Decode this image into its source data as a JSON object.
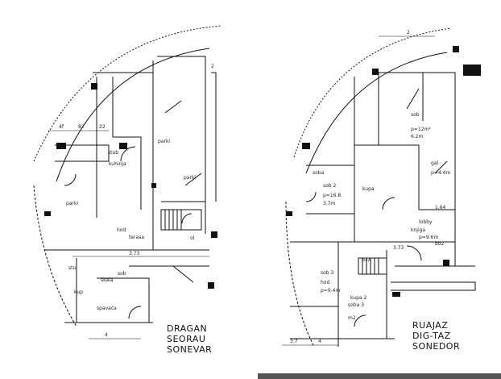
{
  "left_plan": {
    "room_labels": [
      "parki",
      "parki",
      "parki",
      "stub",
      "kup",
      "terasa",
      "spavaća",
      "skala",
      "sob",
      "hod",
      "stu",
      "kuhinja",
      "ol"
    ],
    "dimension_labels": [
      "4f",
      "82",
      "22",
      "2",
      "3.73",
      "4"
    ],
    "title_block": [
      "DRAGAN",
      "SEORAU",
      "SONEVAR"
    ]
  },
  "right_plan": {
    "room_labels": [
      "sob",
      "p=12m²",
      "6.2m",
      "soba",
      "sob 2",
      "p=16.8",
      "3.7m",
      "kupa",
      "gal",
      "p=4.4m",
      "knjiga",
      "p=9.6m",
      "bo2",
      "STA",
      "sob 3",
      "kupa 2",
      "soba 3",
      "hod",
      "p=9.4m",
      "m2",
      "lobby"
    ],
    "dimension_labels": [
      "2",
      "3.7",
      "4",
      "3.73",
      "1.64"
    ],
    "title_block": [
      "RUAJAZ",
      "DIG-TAZ",
      "SONEDOR"
    ]
  }
}
